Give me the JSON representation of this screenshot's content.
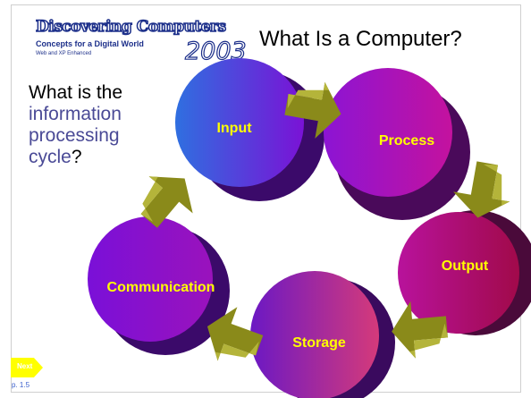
{
  "logo": {
    "brand": "Discovering Computers",
    "subtitle": "Concepts for a Digital World",
    "edition_note": "Web and XP Enhanced",
    "year": "2003"
  },
  "slide": {
    "title": "What Is a Computer?",
    "question": {
      "part1": "What is the",
      "highlight": "information processing cycle",
      "part2": "?"
    },
    "next_label": "Next",
    "page_ref": "p. 1.5"
  },
  "cycle": {
    "stages": [
      {
        "label": "Input"
      },
      {
        "label": "Process"
      },
      {
        "label": "Output"
      },
      {
        "label": "Storage"
      },
      {
        "label": "Communication"
      }
    ]
  },
  "colors": {
    "arrow": "#8a8a1a",
    "arrow_light": "#b4b43a",
    "label": "#ffff00",
    "question_highlight": "#4a4a96",
    "next_button": "#ffff00"
  }
}
